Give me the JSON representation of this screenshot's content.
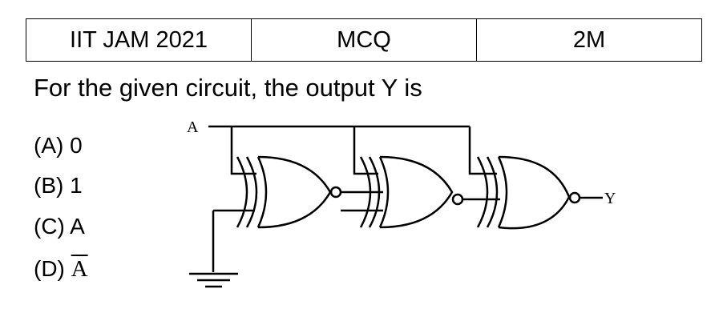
{
  "header": {
    "exam": "IIT JAM 2021",
    "type": "MCQ",
    "marks": "2M"
  },
  "question": {
    "text": "For the given circuit, the output Y is"
  },
  "options": {
    "a": "(A) 0",
    "b": "(B) 1",
    "c": "(C) A",
    "d_prefix": "(D) ",
    "d_value": "A"
  },
  "circuit": {
    "input_label": "A",
    "output_label": "Y",
    "gate_type": "xnor",
    "gate_count": 3,
    "ground_symbol": "ground-icon"
  }
}
